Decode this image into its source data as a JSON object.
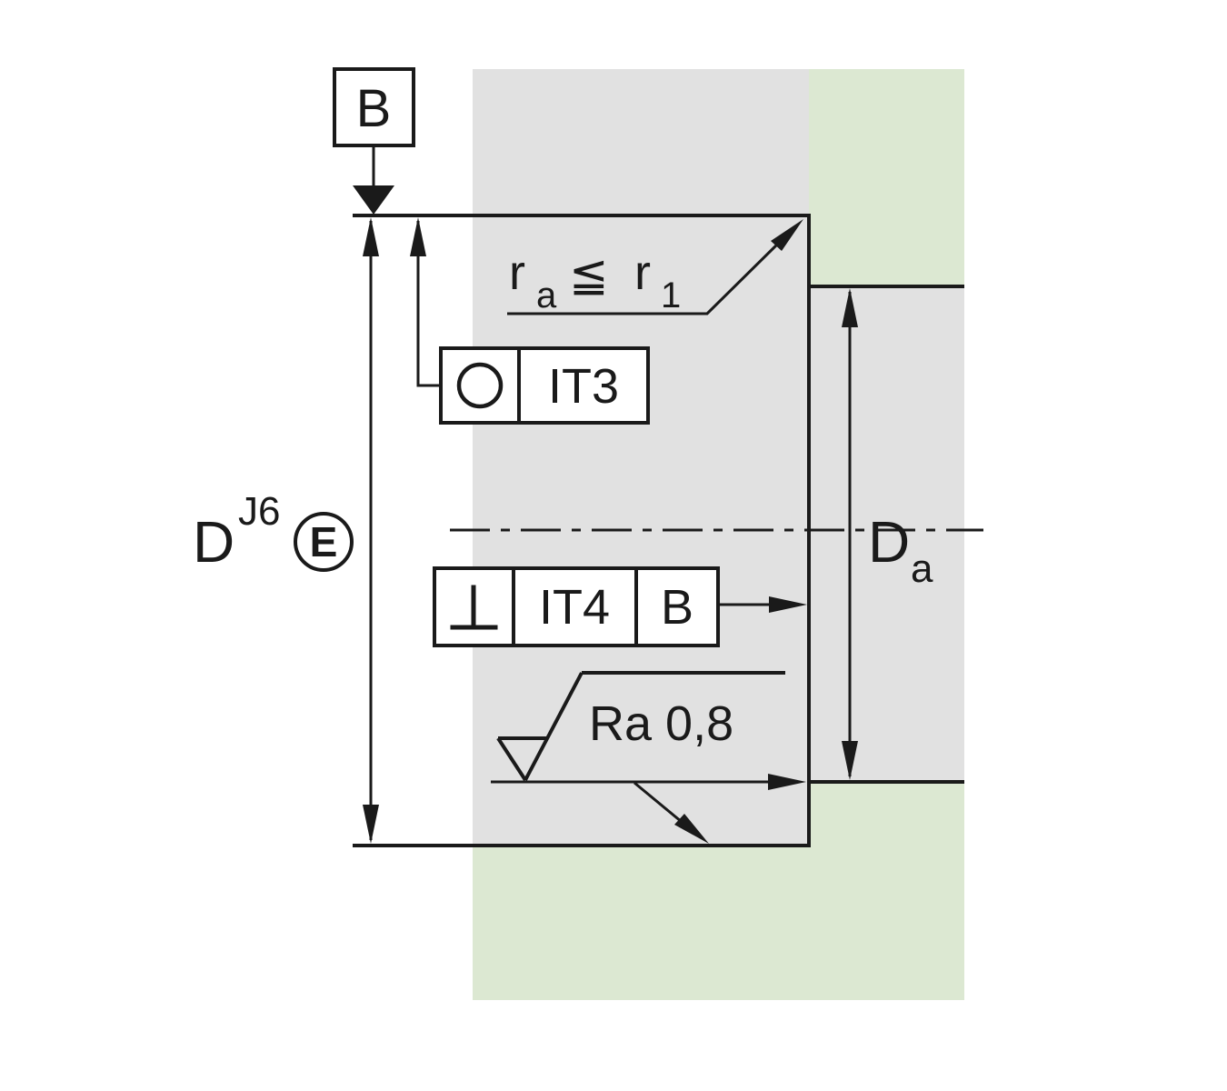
{
  "colors": {
    "page_bg": "#ffffff",
    "green_band": "#dce8d2",
    "gray_section": "#e1e1e1",
    "line": "#1a1a1a"
  },
  "datum_box": {
    "label": "B"
  },
  "chamfer_note": {
    "r_letter": "r",
    "r_sub": "a",
    "relation": "≦",
    "r1_letter": "r",
    "r1_sub": "1"
  },
  "roundness_frame": {
    "icon": "circularity-icon",
    "tolerance": "IT3"
  },
  "perpendicularity_frame": {
    "icon": "perpendicularity-icon",
    "tolerance": "IT4",
    "datum": "B"
  },
  "surface_finish": {
    "label": "Ra 0,8"
  },
  "bore_dimension": {
    "letter": "D",
    "fit": "J6",
    "envelope_symbol": "E"
  },
  "outer_dimension": {
    "letter": "D",
    "subscript": "a"
  }
}
